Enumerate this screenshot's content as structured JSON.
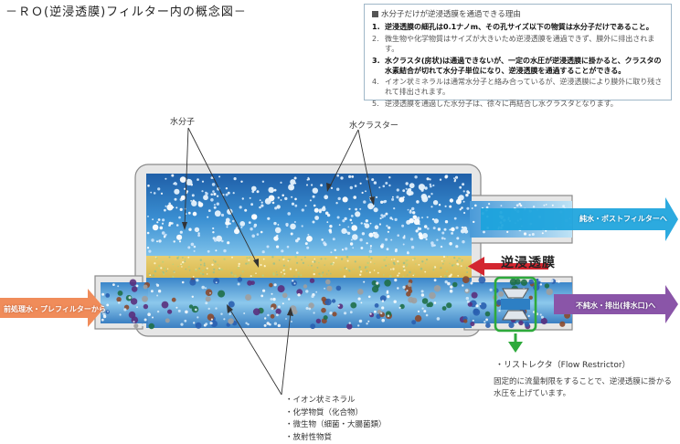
{
  "title": "－ＲＯ(逆浸透膜)フィルター内の概念図－",
  "info": {
    "heading": "水分子だけが逆浸透膜を通過できる理由",
    "items": [
      {
        "num": "1.",
        "text": "逆浸透膜の細孔は0.1ナノm、その孔サイズ以下の物質は水分子だけであること。",
        "bold": true
      },
      {
        "num": "2.",
        "text": "微生物や化学物質はサイズが大きいため逆浸透膜を通過できず、膜外に排出されます。",
        "bold": false
      },
      {
        "num": "3.",
        "text": "水クラスタ(房状)は通過できないが、一定の水圧が逆浸透膜に掛かると、クラスタの水素結合が切れて水分子単位になり、逆浸透膜を通過することができる。",
        "bold": true
      },
      {
        "num": "4.",
        "text": "イオン状ミネラルは通常水分子と絡み合っているが、逆浸透膜により膜外に取り残されて排出されます。",
        "bold": false
      },
      {
        "num": "5.",
        "text": "逆浸透膜を通過した水分子は、徐々に再結合し水クラスタとなります。",
        "bold": false
      }
    ]
  },
  "labels": {
    "water_molecule": "水分子",
    "water_cluster": "水クラスター",
    "membrane": "逆浸透膜",
    "inlet": "前処理水・プレフィルターから",
    "pure_out": "純水・ポストフィルターへ",
    "waste_out": "不純水・排出(排水口)へ"
  },
  "minerals": [
    "イオン状ミネラル",
    "化学物質（化合物）",
    "微生物（細菌・大腸菌類）",
    "放射性物質"
  ],
  "restrictor": {
    "title": "・リストレクタ（Flow Restrictor）",
    "desc": "固定的に流量制限をすることで、逆浸透膜に掛かる水圧を上げています。"
  },
  "colors": {
    "pure_arrow": "#1aa3dc",
    "inlet_arrow": "#f08c5a",
    "waste_arrow": "#8a55a8",
    "membrane_arrow": "#d32630",
    "restrictor_highlight": "#2eaa3c",
    "membrane_fill": "#e2c462",
    "pure_water": "#2a78c0",
    "dirty_water": "#6fb2e0"
  }
}
